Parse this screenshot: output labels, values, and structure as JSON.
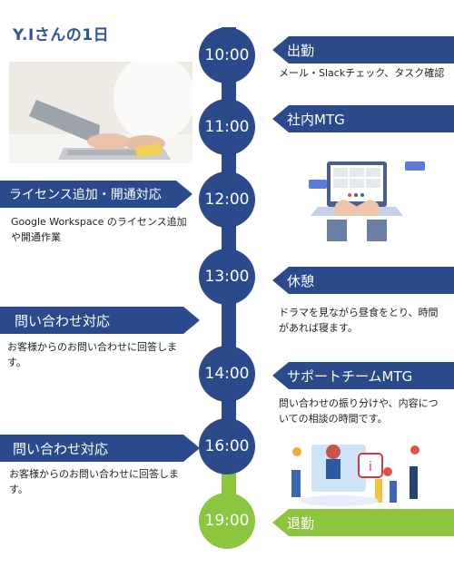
{
  "title": "Y.Iさんの1日",
  "events": [
    {
      "time": "10:00",
      "label": "出勤",
      "desc": "メール・Slackチェック、タスク確認"
    },
    {
      "time": "11:00",
      "label": "社内MTG",
      "desc": ""
    },
    {
      "time": "12:00",
      "label": "ライセンス追加・開通対応",
      "desc": "Google Workspace のライセンス追加や開通作業"
    },
    {
      "time": "13:00",
      "label": "休憩",
      "desc": "ドラマを見ながら昼食をとり、時間があれば寝ます。"
    },
    {
      "time": "",
      "label": "問い合わせ対応",
      "desc": "お客様からのお問い合わせに回答します。"
    },
    {
      "time": "14:00",
      "label": "サポートチームMTG",
      "desc": "問い合わせの振り分けや、内容についての相談の時間です。"
    },
    {
      "time": "16:00",
      "label": "問い合わせ対応",
      "desc": "お客様からのお問い合わせに回答します。"
    },
    {
      "time": "19:00",
      "label": "退勤",
      "desc": ""
    }
  ],
  "colors": {
    "primary": "#2b4a8b",
    "accent": "#8cc63f",
    "title": "#2f5597"
  }
}
